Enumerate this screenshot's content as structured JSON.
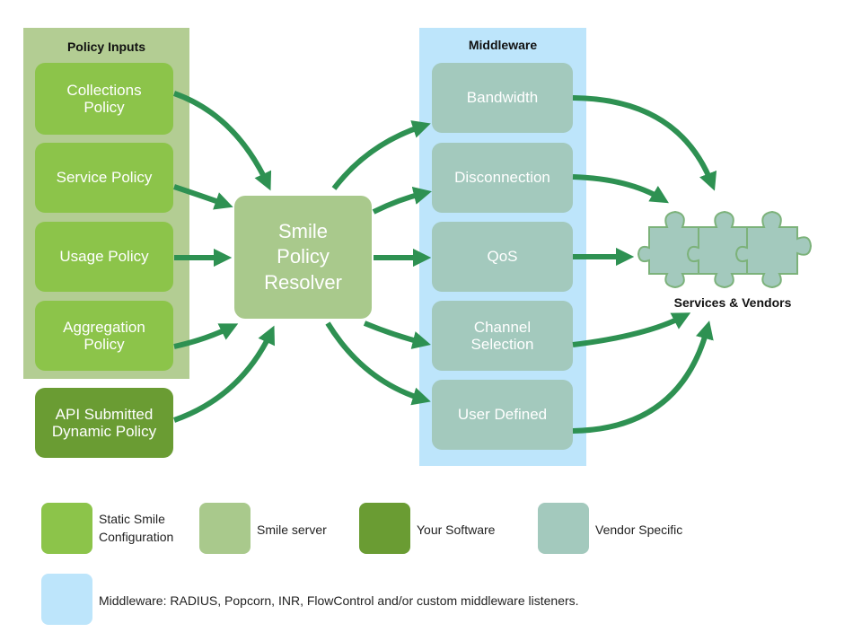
{
  "policy_inputs": {
    "title": "Policy Inputs",
    "items": [
      "Collections\nPolicy",
      "Service Policy",
      "Usage Policy",
      "Aggregation\nPolicy"
    ]
  },
  "api_policy": "API Submitted\nDynamic Policy",
  "resolver": "Smile\nPolicy\nResolver",
  "middleware": {
    "title": "Middleware",
    "items": [
      "Bandwidth",
      "Disconnection",
      "QoS",
      "Channel\nSelection",
      "User Defined"
    ]
  },
  "services_label": "Services & Vendors",
  "legend": {
    "static": "Static Smile\nConfiguration",
    "server": "Smile server",
    "software": "Your Software",
    "vendor": "Vendor Specific",
    "middleware": "Middleware: RADIUS, Popcorn, INR, FlowControl and/or custom middleware listeners."
  },
  "colors": {
    "static_config": "#8cc44a",
    "smile_server": "#a9c98c",
    "your_software": "#6a9c33",
    "vendor_specific": "#a3c9bd",
    "middleware_bg": "#bde5fb",
    "policy_panel_bg": "#b3cd93",
    "arrow": "#2e9152"
  }
}
